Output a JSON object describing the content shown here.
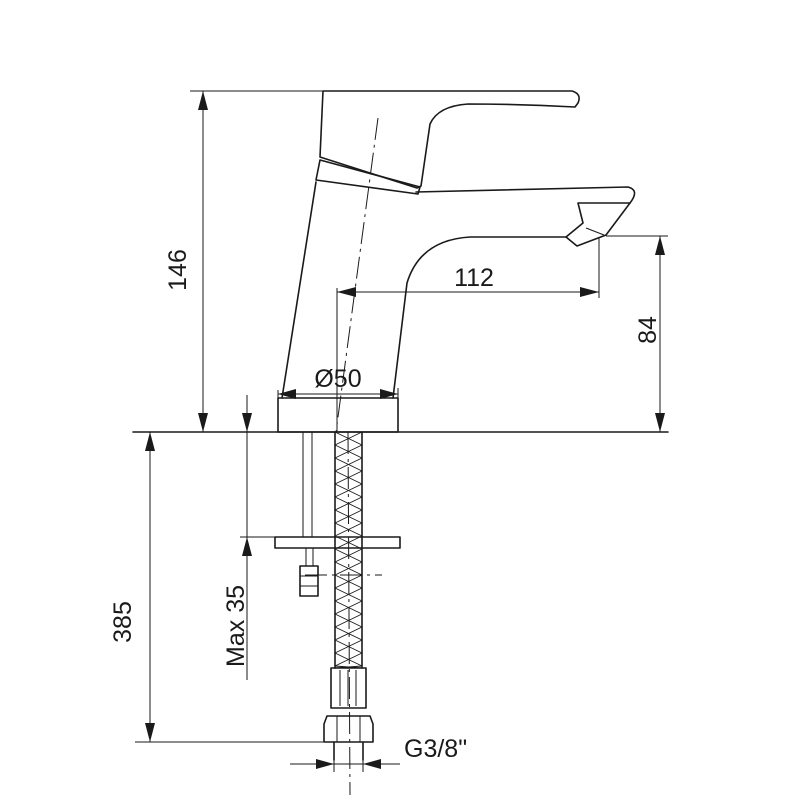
{
  "dimensions": {
    "total_height": "146",
    "spout_reach": "112",
    "spout_height": "84",
    "base_diameter": "Ø50",
    "max_thickness": "Max 35",
    "hose_length": "385",
    "thread": "G3/8\""
  }
}
